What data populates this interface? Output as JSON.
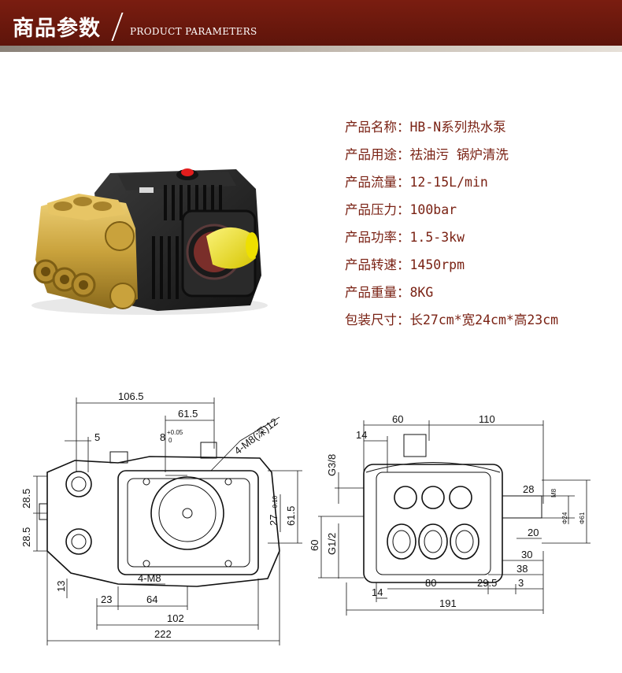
{
  "banner": {
    "title": "商品参数",
    "subtitle": "PRODUCT PARAMETERS"
  },
  "colors": {
    "banner": "#6b170c",
    "spec_text": "#7a2214",
    "brass": "#c9a23c",
    "body": "#1e1e1e",
    "shaft_cap": "#f2e300"
  },
  "specs": [
    {
      "label": "产品名称",
      "value": "HB-N系列热水泵"
    },
    {
      "label": "产品用途",
      "value": "祛油污 锅炉清洗"
    },
    {
      "label": "产品流量",
      "value": "12-15L/min"
    },
    {
      "label": "产品压力",
      "value": "100bar"
    },
    {
      "label": "产品功率",
      "value": "1.5-3kw"
    },
    {
      "label": "产品转速",
      "value": "1450rpm"
    },
    {
      "label": "产品重量",
      "value": "8KG"
    },
    {
      "label": "包装尺寸",
      "value": "长27cm*宽24cm*高23cm"
    }
  ],
  "spec_separator": "：",
  "drawing_front": {
    "d_106_5": "106.5",
    "d_61_5": "61.5",
    "d_5": "5",
    "d_8": "8",
    "d_8_tol": "+0.05",
    "d_8_tol2": "0",
    "d_m8_deep": "4-M8(深)12",
    "d_28_5a": "28.5",
    "d_28_5b": "28.5",
    "d_27": "27",
    "d_27_tol": "-0.10",
    "d_61_5v": "61.5",
    "d_4m8": "4-M8",
    "d_13": "13",
    "d_23": "23",
    "d_64": "64",
    "d_102": "102",
    "d_222": "222"
  },
  "drawing_side": {
    "d_60": "60",
    "d_110": "110",
    "d_14a": "14",
    "d_g38": "G3/8",
    "d_28": "28",
    "d_m8": "M8",
    "d_phi24": "Φ24",
    "d_phi61": "Φ61",
    "d_60v": "60",
    "d_g12": "G1/2",
    "d_20": "20",
    "d_30": "30",
    "d_38": "38",
    "d_14b": "14",
    "d_80": "80",
    "d_29_5": "29.5",
    "d_3": "3",
    "d_191": "191"
  }
}
